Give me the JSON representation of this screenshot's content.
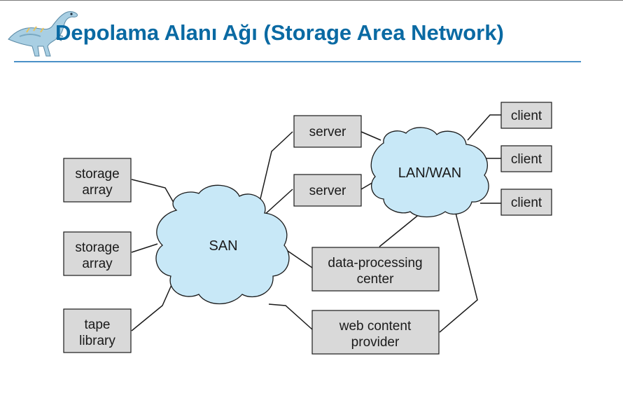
{
  "slide": {
    "title": "Depolama Alanı Ağı (Storage Area Network)",
    "logo_icon": "dinosaur-icon"
  },
  "diagram": {
    "clouds": {
      "san": "SAN",
      "lanwan": "LAN/WAN"
    },
    "nodes": {
      "storage_array_1": [
        "storage",
        "array"
      ],
      "storage_array_2": [
        "storage",
        "array"
      ],
      "tape_library": [
        "tape",
        "library"
      ],
      "server_1": [
        "server"
      ],
      "server_2": [
        "server"
      ],
      "data_processing_center": [
        "data-processing",
        "center"
      ],
      "web_content_provider": [
        "web content",
        "provider"
      ],
      "client_1": [
        "client"
      ],
      "client_2": [
        "client"
      ],
      "client_3": [
        "client"
      ]
    },
    "colors": {
      "title": "#0a6aa3",
      "rule": "#4a90c7",
      "cloud_fill": "#c8e8f7",
      "box_fill": "#d9d9d9"
    }
  }
}
